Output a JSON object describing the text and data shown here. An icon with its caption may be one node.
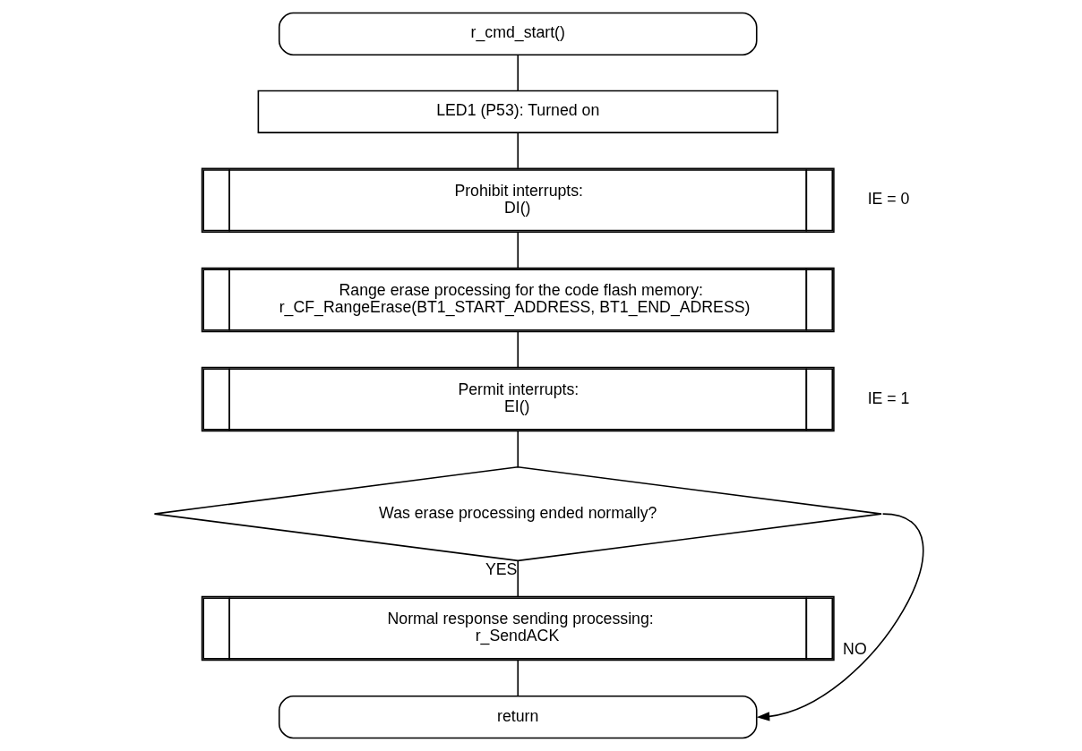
{
  "diagram": {
    "nodes": [
      {
        "text": [
          "r_cmd_start()"
        ]
      },
      {
        "text": [
          "LED1 (P53): Turned on"
        ]
      },
      {
        "text": [
          "Prohibit interrupts:",
          "DI()"
        ],
        "beside": [
          "IE = 0"
        ]
      },
      {
        "text": [
          "Range erase processing for the code flash memory:",
          "r_CF_RangeErase(BT1_START_ADDRESS, BT1_END_ADRESS)"
        ]
      },
      {
        "text": [
          "Permit interrupts:",
          "EI()"
        ],
        "beside": [
          "IE = 1"
        ]
      },
      {
        "text": [
          "Was erase processing ended normally?"
        ]
      },
      {
        "text": [
          "Normal response sending processing:",
          "r_SendACK"
        ]
      },
      {
        "text": [
          "return"
        ]
      }
    ],
    "edges": [
      {
        "from": 0,
        "to": 1,
        "arrow": "none"
      },
      {
        "from": 1,
        "to": 2,
        "arrow": "none"
      },
      {
        "from": 2,
        "to": 3,
        "arrow": "none"
      },
      {
        "from": 3,
        "to": 4,
        "arrow": "none"
      },
      {
        "from": 4,
        "to": 5,
        "arrow": "none"
      },
      {
        "from": 5,
        "to": 6,
        "arrow": "none",
        "label": "YES"
      },
      {
        "from": 6,
        "to": 7,
        "arrow": "none"
      },
      {
        "from": 5,
        "to": 7,
        "arrow": "to",
        "label": "NO"
      }
    ]
  }
}
